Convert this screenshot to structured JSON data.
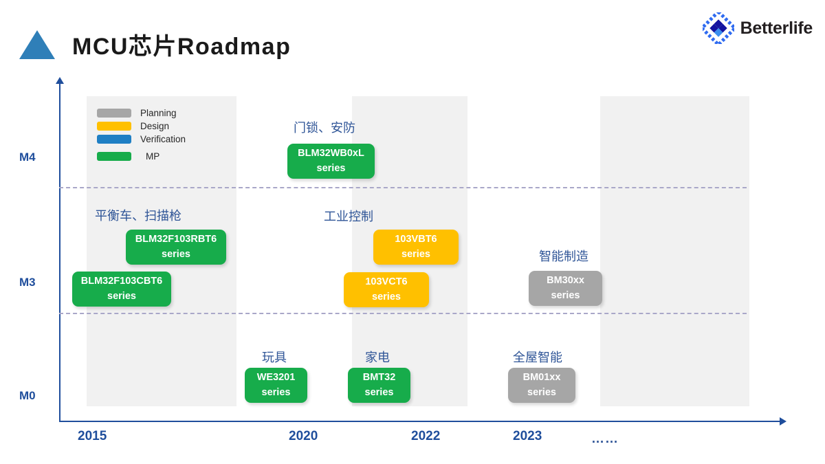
{
  "header": {
    "title": "MCU芯片Roadmap",
    "logo_text": "Betterlife",
    "logo_icon": "diamond-logo-icon",
    "triangle_icon": "triangle-icon"
  },
  "colors": {
    "planning": "#a6a6a6",
    "design": "#ffc000",
    "verification": "#1f7fc4",
    "mp": "#17ac4b",
    "axis": "#1f4e9c",
    "band": "#f1f1f1",
    "gridline": "#a9a7c8",
    "category_text": "#2f5597"
  },
  "legend": {
    "items": [
      {
        "label": "Planning",
        "color": "#a6a6a6"
      },
      {
        "label": "Design",
        "color": "#ffc000"
      },
      {
        "label": "Verification",
        "color": "#1f7fc4"
      },
      {
        "label": "MP",
        "color": "#17ac4b"
      }
    ]
  },
  "axes": {
    "y_ticks": [
      "M4",
      "M3",
      "M0"
    ],
    "x_ticks": [
      "2015",
      "2020",
      "2022",
      "2023",
      "……"
    ]
  },
  "chart_data": {
    "type": "table",
    "title": "MCU芯片Roadmap",
    "xlabel": "",
    "ylabel": "",
    "x_categories": [
      "2015",
      "2020",
      "2022",
      "2023",
      "……"
    ],
    "y_categories": [
      "M4",
      "M3",
      "M0"
    ],
    "grid": true,
    "legend_position": "top-left",
    "status_legend": {
      "Planning": "#a6a6a6",
      "Design": "#ffc000",
      "Verification": "#1f7fc4",
      "MP": "#17ac4b"
    },
    "groups": [
      {
        "category": "平衡车、扫描枪",
        "row": "M3",
        "items": [
          {
            "name": "BLM32F103RBT6",
            "sub": "series",
            "status": "MP",
            "color": "#17ac4b"
          },
          {
            "name": "BLM32F103CBT6",
            "sub": "series",
            "status": "MP",
            "color": "#17ac4b"
          }
        ]
      },
      {
        "category": "门锁、安防",
        "row": "M4",
        "items": [
          {
            "name": "BLM32WB0xL",
            "sub": "series",
            "status": "MP",
            "color": "#17ac4b"
          }
        ]
      },
      {
        "category": "工业控制",
        "row": "M3",
        "items": [
          {
            "name": "103VBT6",
            "sub": "series",
            "status": "Design",
            "color": "#ffc000"
          },
          {
            "name": "103VCT6",
            "sub": "series",
            "status": "Design",
            "color": "#ffc000"
          }
        ]
      },
      {
        "category": "智能制造",
        "row": "M3",
        "items": [
          {
            "name": "BM30xx",
            "sub": "series",
            "status": "Planning",
            "color": "#a6a6a6"
          }
        ]
      },
      {
        "category": "玩具",
        "row": "M0",
        "items": [
          {
            "name": "WE3201",
            "sub": "series",
            "status": "MP",
            "color": "#17ac4b"
          }
        ]
      },
      {
        "category": "家电",
        "row": "M0",
        "items": [
          {
            "name": "BMT32",
            "sub": "series",
            "status": "MP",
            "color": "#17ac4b"
          }
        ]
      },
      {
        "category": "全屋智能",
        "row": "M0",
        "items": [
          {
            "name": "BM01xx",
            "sub": "series",
            "status": "Planning",
            "color": "#a6a6a6"
          }
        ]
      }
    ]
  },
  "categories": {
    "door_lock": "门锁、安防",
    "balance_car": "平衡车、扫描枪",
    "industrial": "工业控制",
    "smart_manufacturing": "智能制造",
    "toys": "玩具",
    "appliance": "家电",
    "whole_house": "全屋智能"
  },
  "chips": {
    "wb0xl": {
      "name": "BLM32WB0xL",
      "sub": "series"
    },
    "rbt6": {
      "name": "BLM32F103RBT6",
      "sub": "series"
    },
    "cbt6": {
      "name": "BLM32F103CBT6",
      "sub": "series"
    },
    "vbt6": {
      "name": "103VBT6",
      "sub": "series"
    },
    "vct6": {
      "name": "103VCT6",
      "sub": "series"
    },
    "bm30xx": {
      "name": "BM30xx",
      "sub": "series"
    },
    "we3201": {
      "name": "WE3201",
      "sub": "series"
    },
    "bmt32": {
      "name": "BMT32",
      "sub": "series"
    },
    "bm01xx": {
      "name": "BM01xx",
      "sub": "series"
    }
  }
}
